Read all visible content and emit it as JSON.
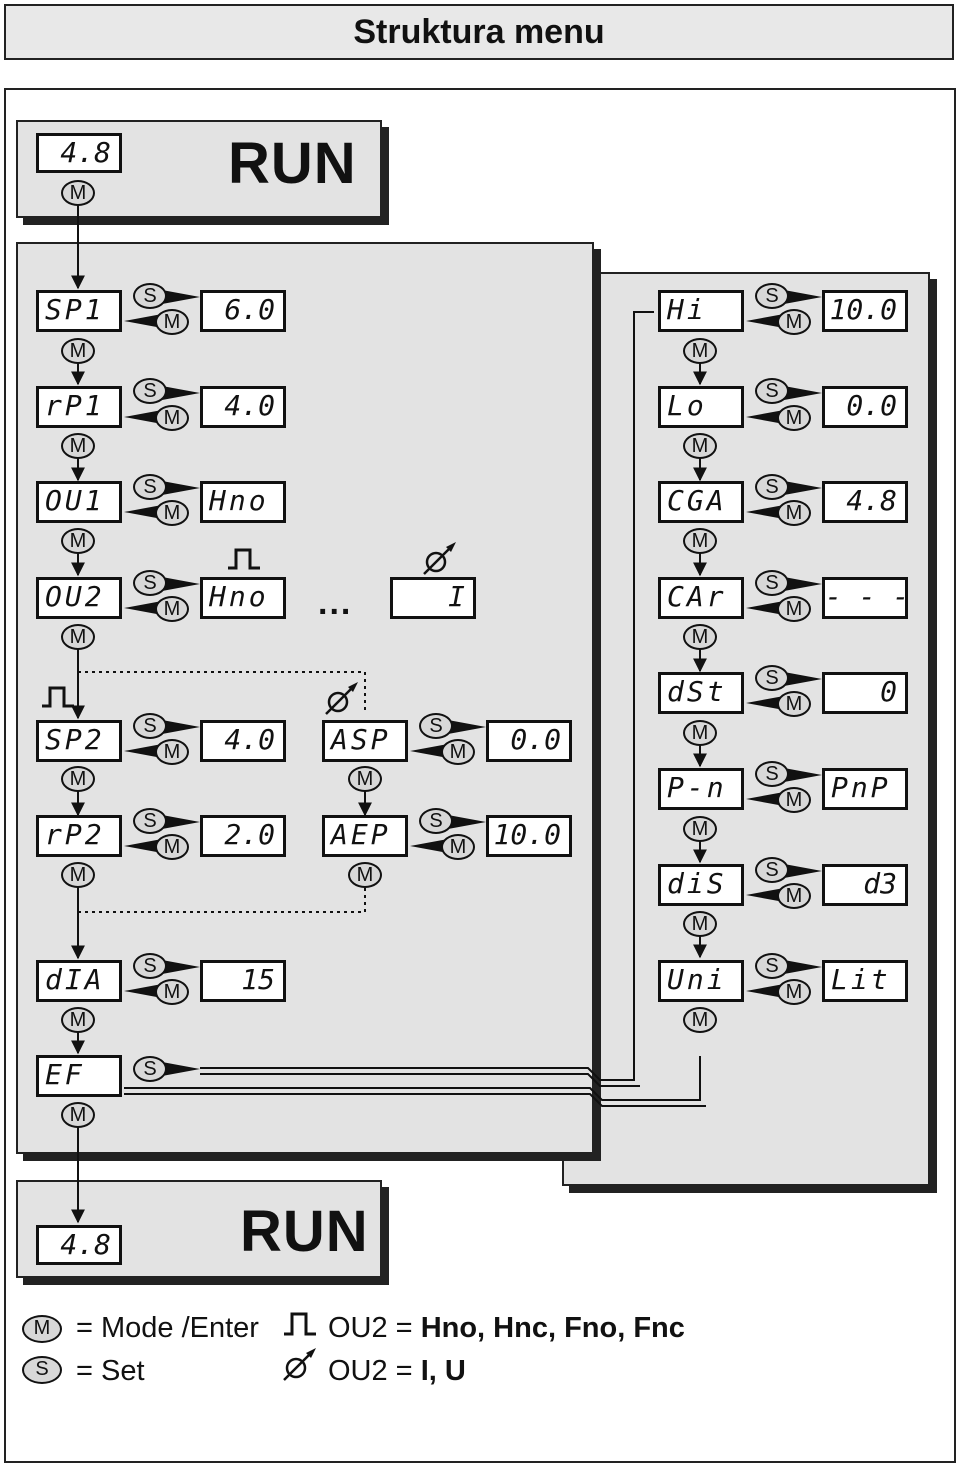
{
  "title": "Struktura menu",
  "run_label": "RUN",
  "run_display": "4.8",
  "buttons": {
    "mode": "M",
    "set": "S"
  },
  "left_menu": [
    {
      "param": "SP1",
      "value": "6.0"
    },
    {
      "param": "rP1",
      "value": "4.0"
    },
    {
      "param": "OU1",
      "value": "Hno"
    },
    {
      "param": "OU2",
      "value": "Hno"
    },
    {
      "param": "SP2",
      "value": "4.0"
    },
    {
      "param": "rP2",
      "value": "2.0"
    },
    {
      "param": "dIA",
      "value": "15"
    },
    {
      "param": "EF",
      "value": ""
    }
  ],
  "analog_menu": [
    {
      "param": "ASP",
      "value": "0.0"
    },
    {
      "param": "AEP",
      "value": "10.0"
    }
  ],
  "ou2_analog_value": "I",
  "ellipsis": "...",
  "ef_menu": [
    {
      "param": "Hi",
      "value": "10.0"
    },
    {
      "param": "Lo",
      "value": "0.0"
    },
    {
      "param": "CGA",
      "value": "4.8"
    },
    {
      "param": "CAr",
      "value": "- - -"
    },
    {
      "param": "dSt",
      "value": "0"
    },
    {
      "param": "P-n",
      "value": "PnP"
    },
    {
      "param": "diS",
      "value": "d3"
    },
    {
      "param": "Uni",
      "value": "Lit"
    }
  ],
  "legend": {
    "mode_text": "= Mode /Enter",
    "set_text": "= Set",
    "ou2_switch_prefix": "OU2 = ",
    "ou2_switch_values": "Hno, Hnc, Fno, Fnc",
    "ou2_analog_prefix": "OU2 = ",
    "ou2_analog_values": "I, U"
  },
  "icons": [
    "switching-pulse-icon",
    "analog-output-icon"
  ]
}
